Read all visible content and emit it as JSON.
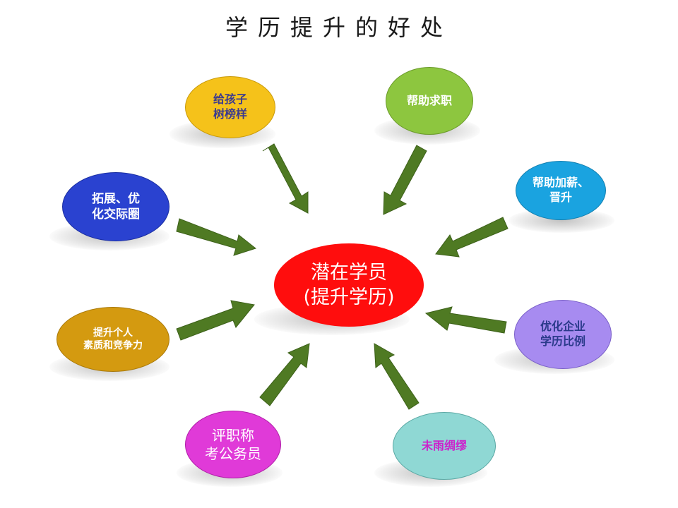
{
  "title": "学历提升的好处",
  "center": {
    "label": "潜在学员\n(提升学历)",
    "color": "#ff0d0d",
    "text_color": "#ffffff"
  },
  "nodes": [
    {
      "id": "role-model",
      "label": "给孩子\n树榜样",
      "color": "#f5c21a",
      "text_color": "#3b3a8f"
    },
    {
      "id": "job-search",
      "label": "帮助求职",
      "color": "#8dc63f",
      "text_color": "#ffffff"
    },
    {
      "id": "raise-promotion",
      "label": "帮助加薪、\n晋升",
      "color": "#1aa3e0",
      "text_color": "#ffffff"
    },
    {
      "id": "enterprise-ratio",
      "label": "优化企业\n学历比例",
      "color": "#a78bf0",
      "text_color": "#2a3a8a"
    },
    {
      "id": "prepare",
      "label": "未雨绸缪",
      "color": "#8fd8d4",
      "text_color": "#cc22cc"
    },
    {
      "id": "title-civil",
      "label": "评职称\n考公务员",
      "color": "#e03ad8",
      "text_color": "#ffffff"
    },
    {
      "id": "competitiveness",
      "label": "提升个人\n素质和竞争力",
      "color": "#d49a10",
      "text_color": "#ffffff"
    },
    {
      "id": "social-circle",
      "label": "拓展、优\n化交际圈",
      "color": "#2a42d0",
      "text_color": "#ffffff"
    }
  ],
  "arrow_color": "#4f7a23"
}
